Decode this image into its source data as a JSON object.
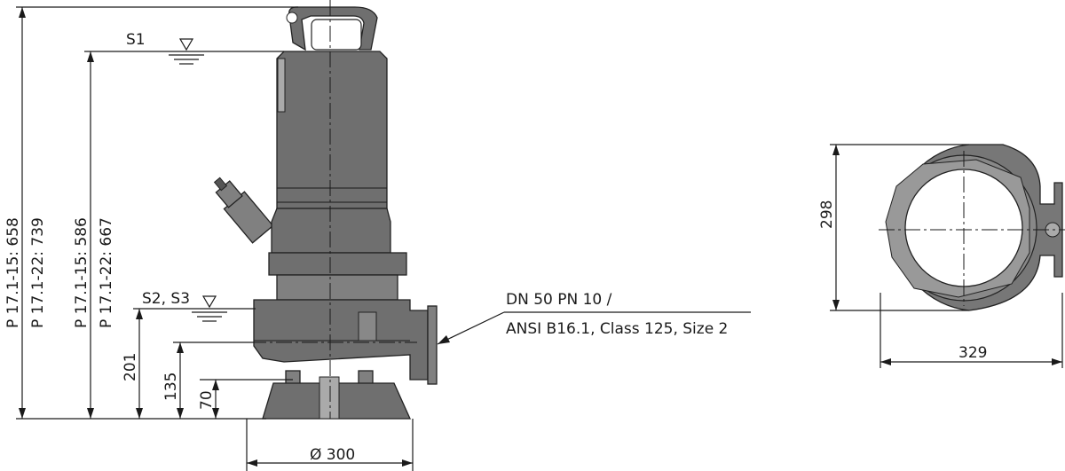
{
  "dimensions": {
    "height_p17_15_658": "P 17.1-15: 658",
    "height_p17_22_739": "P 17.1-22: 739",
    "height_p17_15_586": "P 17.1-15: 586",
    "height_p17_22_667": "P 17.1-22: 667",
    "dim_201": "201",
    "dim_135": "135",
    "dim_70": "70",
    "base_diameter": "Ø 300",
    "top_view_height": "298",
    "top_view_width": "329"
  },
  "levels": {
    "s1": "S1",
    "s2_s3": "S2, S3"
  },
  "flange": {
    "line1": "DN 50 PN 10 /",
    "line2": "ANSI B16.1, Class 125, Size 2"
  }
}
